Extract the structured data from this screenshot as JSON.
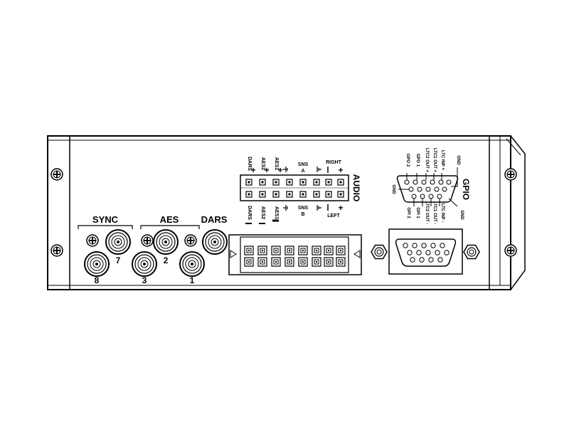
{
  "colors": {
    "line": "#000000",
    "background": "#ffffff"
  },
  "groups": {
    "sync": "SYNC",
    "aes": "AES",
    "dars": "DARS",
    "audio": "AUDIO",
    "gpio": "GPIO"
  },
  "connector_numbers": {
    "n8": "8",
    "n7": "7",
    "n3": "3",
    "n2": "2",
    "n1": "1"
  },
  "audio_top_labels": {
    "dars": "DARS",
    "aes2": "AES2",
    "aes1": "AES1",
    "sns": "SNS",
    "a": "A",
    "right": "RIGHT"
  },
  "audio_bottom_labels": {
    "dars": "DARS",
    "aes2": "AES2",
    "aes1": "AES1",
    "sns": "SNS",
    "b": "B",
    "left": "LEFT"
  },
  "gpio_top_labels": [
    "GND",
    "LTC INP +",
    "LTC1 OUT +",
    "LTC2 OUT +",
    "GPO 1",
    "GPO 2"
  ],
  "gpio_bottom_labels": [
    "LTC INP -",
    "LTC1 OUT -",
    "LTC2 OUT -",
    "GPI 1",
    "GPI 2"
  ],
  "gpio_gnd_left": "GND",
  "gpio_gnd_right": "GND",
  "signs": {
    "plus": "+",
    "minus": "−"
  }
}
